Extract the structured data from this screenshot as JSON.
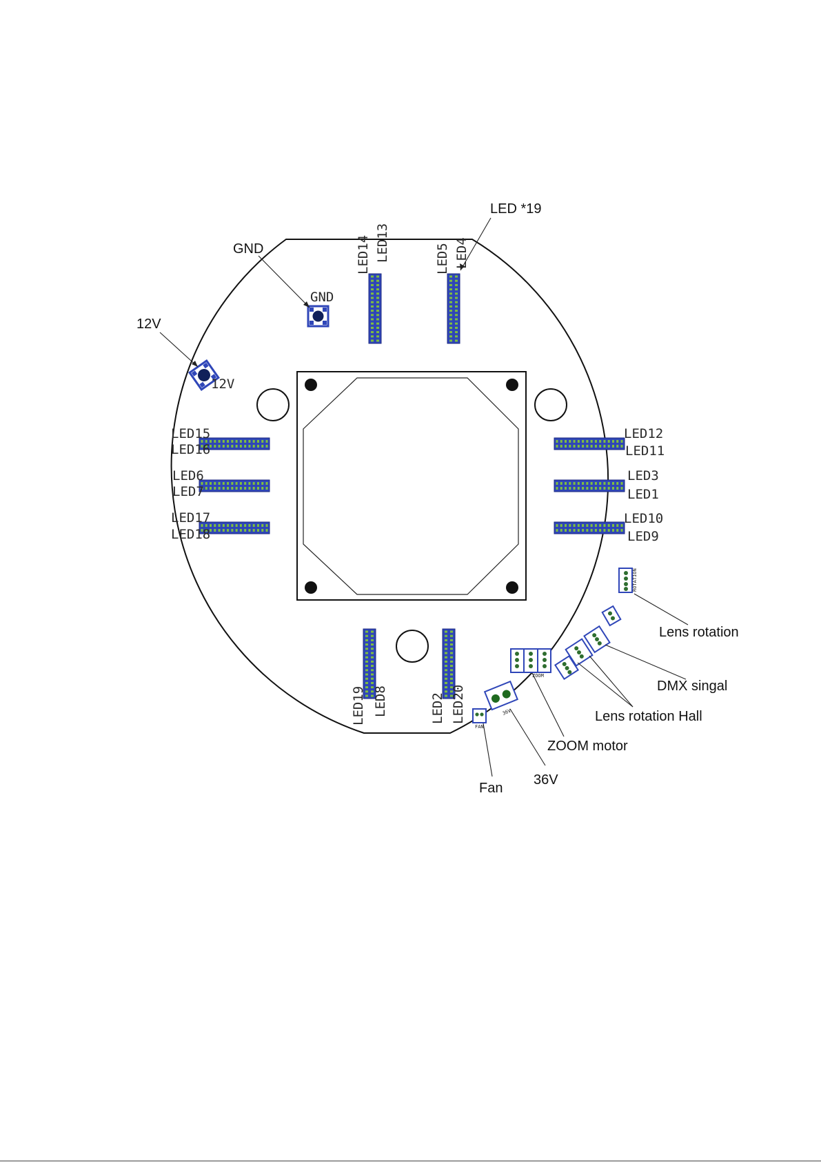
{
  "board_labels": {
    "led14": "LED14",
    "led13": "LED13",
    "led5": "LED5",
    "led4": "LED4",
    "gnd": "GND",
    "v12": "12V",
    "led15": "LED15",
    "led16": "LED16",
    "led6": "LED6",
    "led7": "LED7",
    "led17": "LED17",
    "led18": "LED18",
    "led12": "LED12",
    "led11": "LED11",
    "led3": "LED3",
    "led1": "LED1",
    "led10": "LED10",
    "led9": "LED9",
    "led19": "LED19",
    "led8": "LED8",
    "led2": "LED2",
    "led20": "LED20",
    "zoom": "ZOOM",
    "rotation": "ROTATION",
    "v36": "36V",
    "fan": "FAN"
  },
  "callouts": {
    "led19": "LED *19",
    "gnd": "GND",
    "v12": "12V",
    "lens_rotation": "Lens rotation",
    "dmx_signal": "DMX singal",
    "lens_rotation_hall": "Lens rotation Hall",
    "zoom_motor": "ZOOM motor",
    "v36": "36V",
    "fan": "Fan"
  },
  "colors": {
    "header": "#2f46b8",
    "pin": "#7fbf3f",
    "outline": "#111111"
  }
}
